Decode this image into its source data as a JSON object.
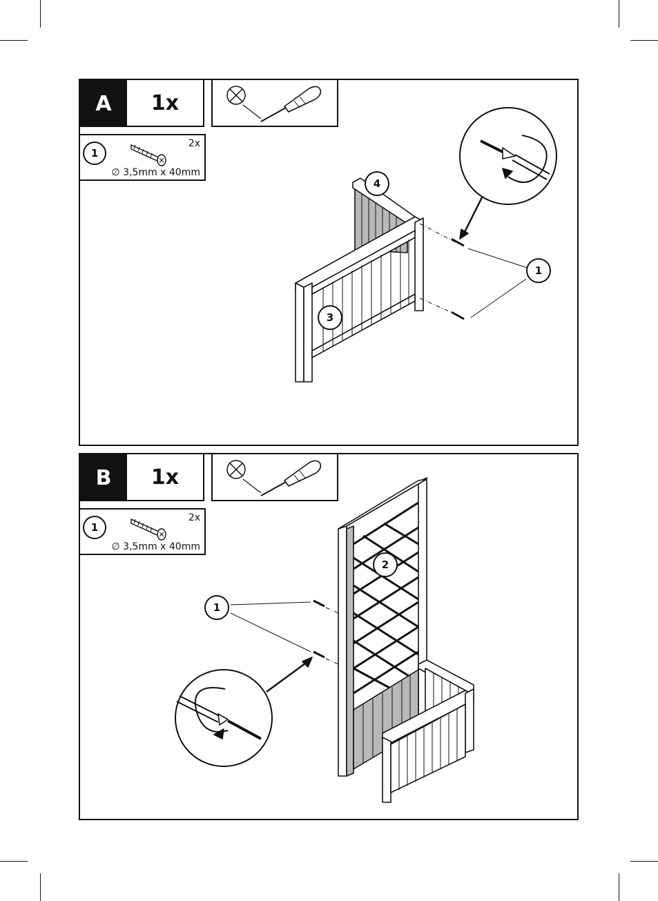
{
  "steps": [
    {
      "letter": "A",
      "quantity": "1x",
      "tool_icons": [
        "no-power-tool-icon",
        "screwdriver-icon"
      ],
      "part": {
        "number": "1",
        "count": "2x",
        "size": "∅ 3,5mm x 40mm",
        "icon": "screw-icon"
      },
      "callouts": [
        "4",
        "1",
        "3"
      ]
    },
    {
      "letter": "B",
      "quantity": "1x",
      "tool_icons": [
        "no-power-tool-icon",
        "screwdriver-icon"
      ],
      "part": {
        "number": "1",
        "count": "2x",
        "size": "∅ 3,5mm x 40mm",
        "icon": "screw-icon"
      },
      "callouts": [
        "2",
        "1"
      ]
    }
  ],
  "colors": {
    "ink": "#111111",
    "board_shade": "#b9b9b9",
    "background": "#ffffff"
  }
}
